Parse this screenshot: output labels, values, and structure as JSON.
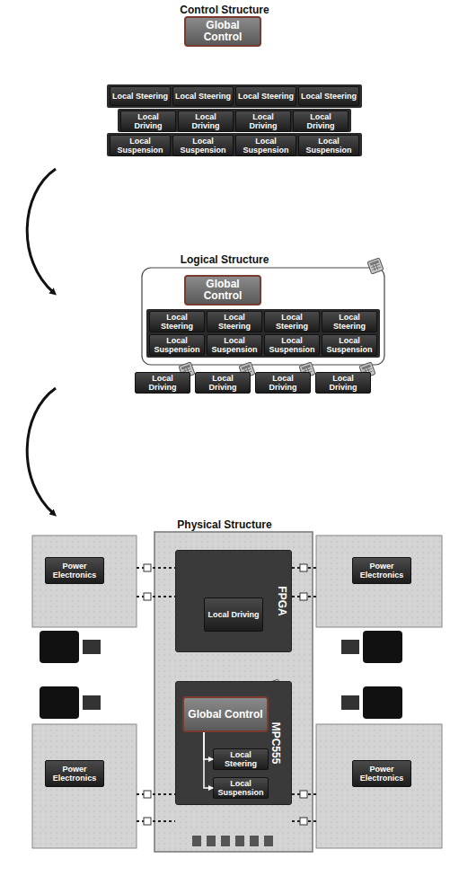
{
  "diagram": {
    "nodes": [
      {
        "text": [
          "Global Control"
        ]
      },
      {
        "text": [
          "Local Steering"
        ]
      },
      {
        "text": [
          "Local Steering"
        ]
      },
      {
        "text": [
          "Local Steering"
        ]
      },
      {
        "text": [
          "Local Steering"
        ]
      },
      {
        "text": [
          "Local Driving"
        ]
      },
      {
        "text": [
          "Local Driving"
        ]
      },
      {
        "text": [
          "Local Driving"
        ]
      },
      {
        "text": [
          "Local Driving"
        ]
      },
      {
        "text": [
          "Local Suspension"
        ]
      },
      {
        "text": [
          "Local Suspension"
        ]
      },
      {
        "text": [
          "Local Suspension"
        ]
      },
      {
        "text": [
          "Local Suspension"
        ]
      },
      {
        "text": [
          "Global Control"
        ]
      },
      {
        "text": [
          "Local Steering"
        ]
      },
      {
        "text": [
          "Local Steering"
        ]
      },
      {
        "text": [
          "Local Steering"
        ]
      },
      {
        "text": [
          "Local Steering"
        ]
      },
      {
        "text": [
          "Local Suspension"
        ]
      },
      {
        "text": [
          "Local Suspension"
        ]
      },
      {
        "text": [
          "Local Suspension"
        ]
      },
      {
        "text": [
          "Local Suspension"
        ]
      },
      {
        "text": [
          "Local Driving"
        ]
      },
      {
        "text": [
          "Local Driving"
        ]
      },
      {
        "text": [
          "Local Driving"
        ]
      },
      {
        "text": [
          "Local Driving"
        ]
      },
      {
        "text": [
          "Power Electronics"
        ]
      },
      {
        "text": [
          "Power Electronics"
        ]
      },
      {
        "text": [
          "FPGA"
        ]
      },
      {
        "text": [
          "Local Driving"
        ],
        "in": 28
      },
      {
        "text": [
          "MPC555"
        ]
      },
      {
        "text": [
          "Global Control"
        ],
        "in": 30
      },
      {
        "text": [
          "Local Steering"
        ],
        "in": 30
      },
      {
        "text": [
          "Local Suspension"
        ],
        "in": 30
      },
      {
        "text": [
          "Power Electronics"
        ]
      },
      {
        "text": [
          "Power Electronics"
        ]
      }
    ],
    "edges": [
      {
        "from": 31,
        "to": 32,
        "arrow": "to"
      },
      {
        "from": 31,
        "to": 33,
        "arrow": "to"
      }
    ],
    "labels": [
      "Control Structure",
      "Logical Structure",
      "Physical Structure"
    ]
  }
}
